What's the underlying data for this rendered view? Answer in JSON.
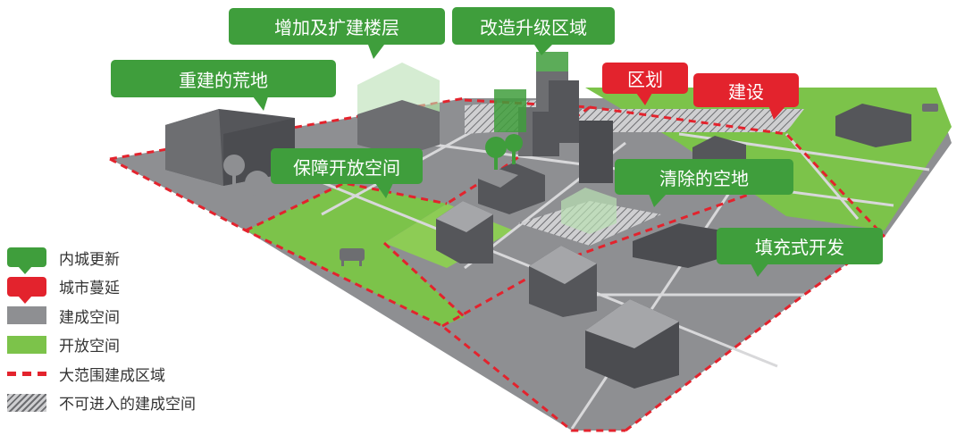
{
  "colors": {
    "callout_green": "#3f9e3c",
    "callout_red": "#e3232d",
    "built_space": "#8e8f92",
    "open_space": "#7cc34a",
    "boundary": "#e3232d"
  },
  "callouts": {
    "rebuild_wasteland": "重建的荒地",
    "add_floors": "增加及扩建楼层",
    "upgrade_area": "改造升级区域",
    "zoning": "区划",
    "construction": "建设",
    "protect_open_space": "保障开放空间",
    "cleared_land": "清除的空地",
    "infill_development": "填充式开发"
  },
  "legend": {
    "items": [
      {
        "label": "内城更新",
        "swatch": "green-callout"
      },
      {
        "label": "城市蔓延",
        "swatch": "red-callout"
      },
      {
        "label": "建成空间",
        "swatch": "gray-block"
      },
      {
        "label": "开放空间",
        "swatch": "green-block"
      },
      {
        "label": "大范围建成区域",
        "swatch": "red-dashed-line"
      },
      {
        "label": "不可进入的建成空间",
        "swatch": "hatched-block"
      }
    ]
  }
}
